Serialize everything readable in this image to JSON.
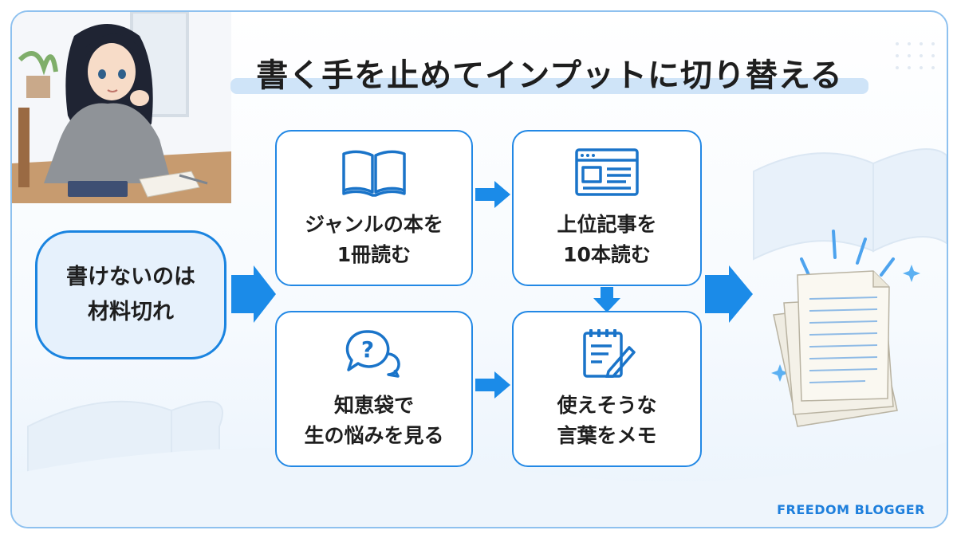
{
  "title": "書く手を止めてインプットに切り替える",
  "start": {
    "line1": "書けないのは",
    "line2": "材料切れ"
  },
  "steps": [
    {
      "line1": "ジャンルの本を",
      "line2": "1冊読む",
      "icon": "open-book-icon"
    },
    {
      "line1": "上位記事を",
      "line2": "10本読む",
      "icon": "browser-window-icon"
    },
    {
      "line1": "知恵袋で",
      "line2": "生の悩みを見る",
      "icon": "question-chat-icon"
    },
    {
      "line1": "使えそうな",
      "line2": "言葉をメモ",
      "icon": "notepad-pencil-icon"
    }
  ],
  "result_icon": "stacked-papers-icon",
  "brand": "FREEDOM BLOGGER",
  "colors": {
    "accent": "#2288e5",
    "arrow": "#1b8be8",
    "highlight": "#cfe4f8",
    "start_fill": "#e6f1fc"
  }
}
